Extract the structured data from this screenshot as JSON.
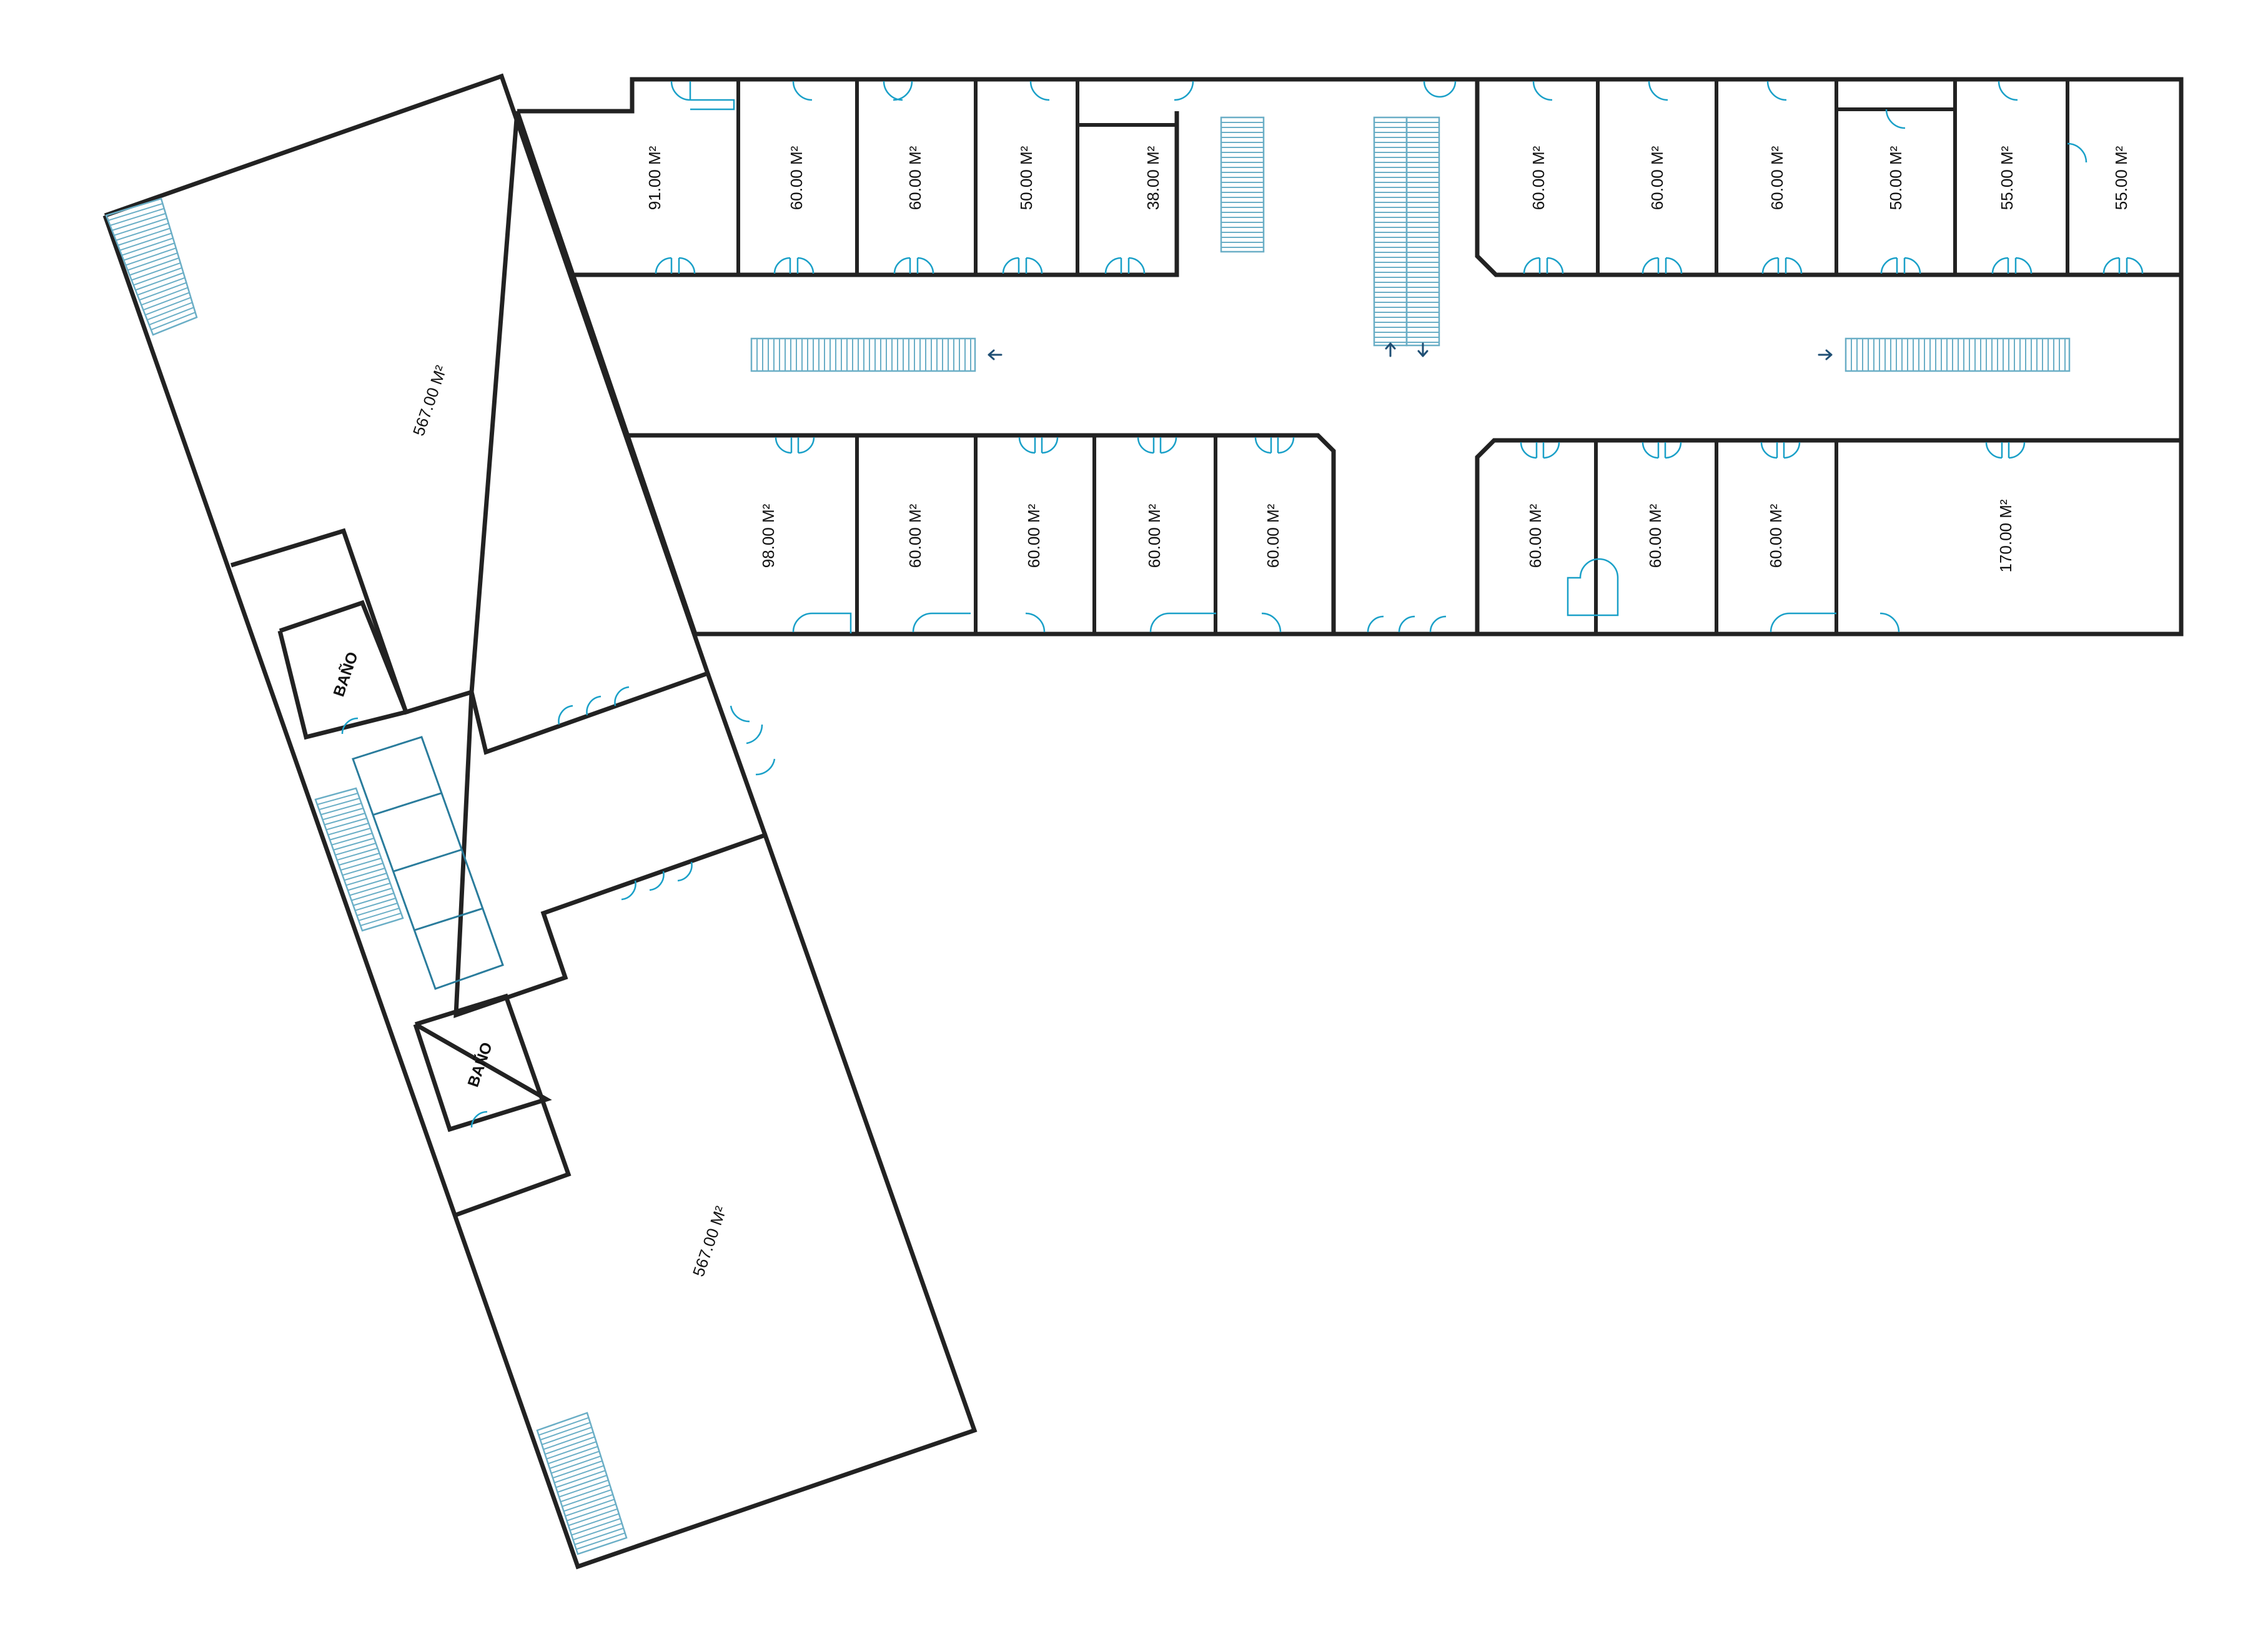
{
  "rooms": {
    "north_01": "91.00 M²",
    "north_02": "60.00 M²",
    "north_03": "60.00 M²",
    "north_04": "50.00 M²",
    "north_05": "38.00 M²",
    "north_06": "60.00 M²",
    "north_07": "60.00 M²",
    "north_08": "60.00 M²",
    "north_09": "50.00 M²",
    "north_10": "55.00 M²",
    "north_11": "55.00 M²",
    "south_01": "98.00 M²",
    "south_02": "60.00 M²",
    "south_03": "60.00 M²",
    "south_04": "60.00 M²",
    "south_05": "60.00 M²",
    "south_06": "60.00 M²",
    "south_07": "60.00 M²",
    "south_08": "60.00 M²",
    "south_09": "170.00 M²",
    "wing_upper": "567.00 M²",
    "wing_lower": "567.00 M²",
    "bath_upper": "BAÑO",
    "bath_lower": "BAÑO"
  },
  "colors": {
    "wall": "#222222",
    "door": "#1aa0c8",
    "stair": "#6aaec6",
    "arrow": "#1f4f74"
  }
}
